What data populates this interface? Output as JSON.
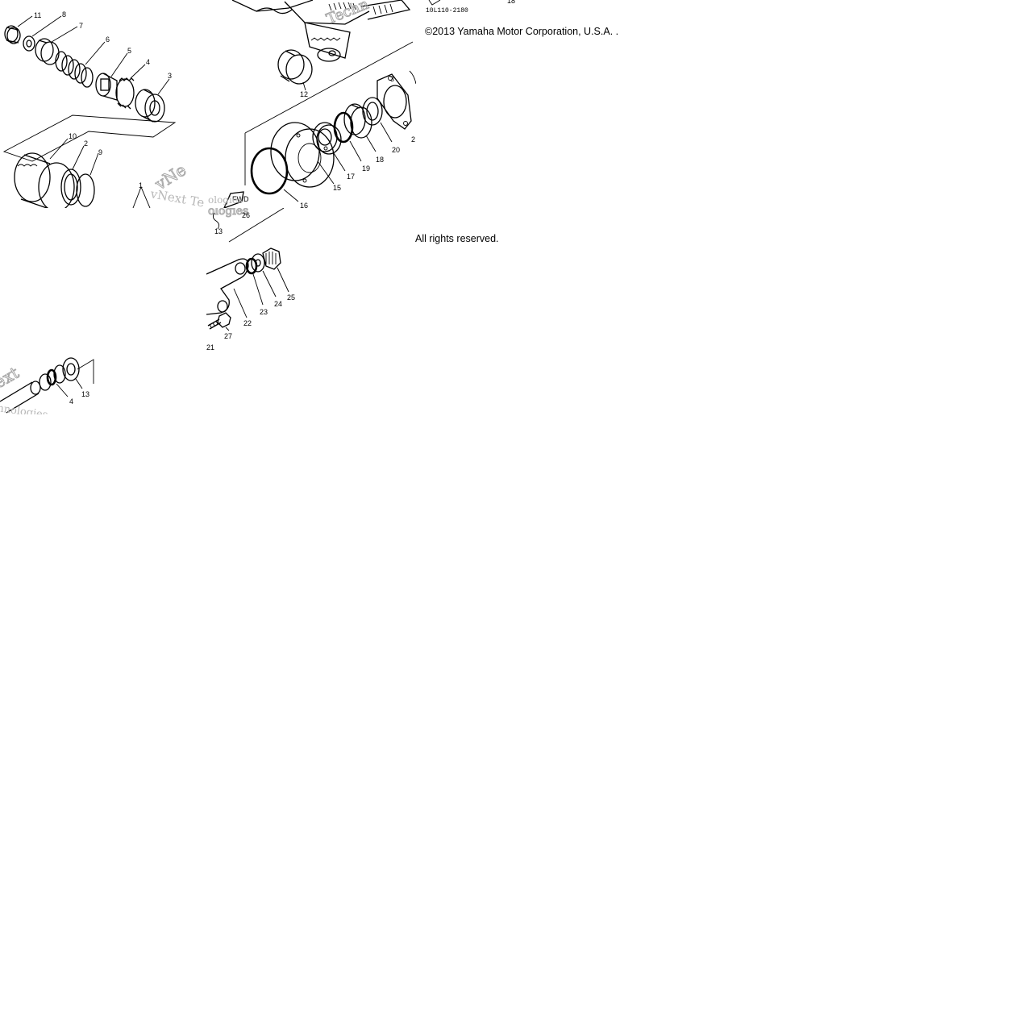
{
  "diagram": {
    "part_code": "10L110-2180",
    "copyright": "©2013 Yamaha Motor Corporation, U.S.A. .",
    "rights": "All rights reserved.",
    "watermark": {
      "t1": "vNext Te",
      "t2": "vNe",
      "t3": "ologies",
      "t4": "Techn",
      "t5": "ext",
      "t6": "hnologies"
    },
    "callouts": {
      "c1": "1",
      "c2": "2",
      "c3": "3",
      "c4": "4",
      "c5": "5",
      "c6": "6",
      "c7": "7",
      "c8": "8",
      "c9": "9",
      "c10": "10",
      "c11": "11",
      "c12": "12",
      "c13": "13",
      "c15": "15",
      "c16": "16",
      "c17": "17",
      "c18": "18",
      "c19": "19",
      "c20": "20",
      "c21": "21",
      "c22": "22",
      "c23": "23",
      "c24": "24",
      "c25": "25",
      "c26": "26",
      "c27": "27",
      "c2x": "2",
      "c3x": "3",
      "c4b": "4",
      "c13b": "13",
      "fwd": "FWD"
    }
  }
}
